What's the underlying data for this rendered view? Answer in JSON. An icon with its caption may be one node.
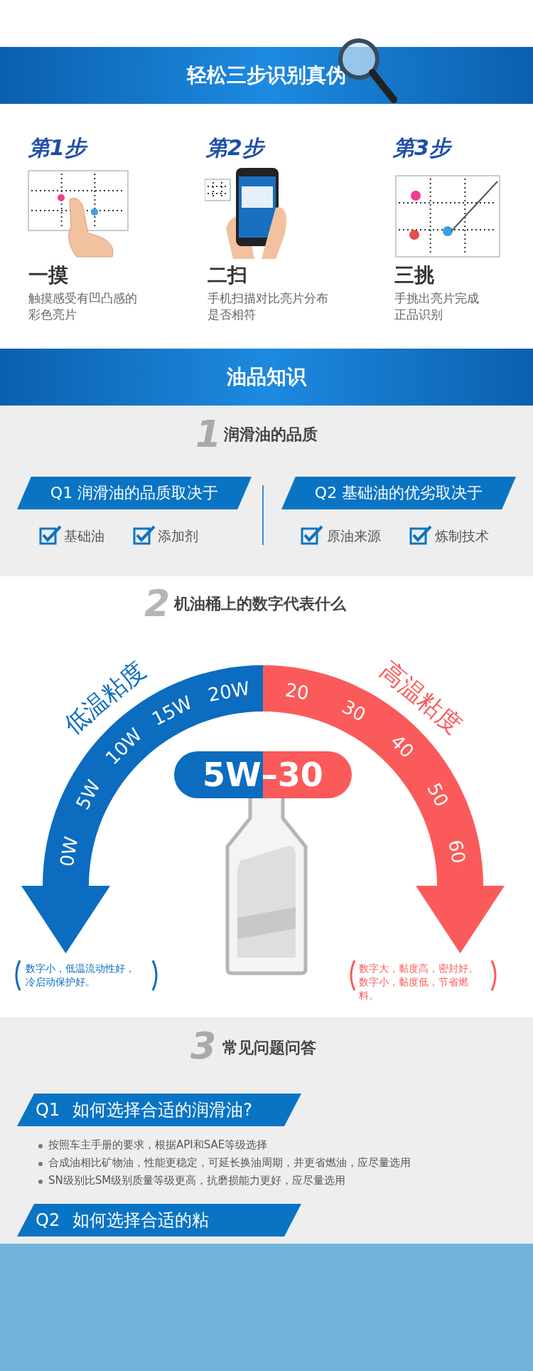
{
  "diagram": {
    "nodes": [
      {
        "text": [
          "轻松三步识别真伪"
        ]
      },
      {
        "text": [
          "油品知识"
        ]
      },
      {
        "text": [
          "Q1 润滑油的品质取决于"
        ]
      },
      {
        "text": [
          "Q2 基础油的优劣取决于"
        ]
      },
      {
        "text": [
          "0W",
          "5W",
          "10W",
          "15W",
          "20W"
        ]
      },
      {
        "text": [
          "20",
          "30",
          "40",
          "50",
          "60"
        ]
      },
      {
        "text": [
          "5W–30"
        ]
      },
      {
        "text": [
          "Q1",
          "如何选择合适的润滑油?"
        ]
      },
      {
        "text": [
          "Q2",
          "如何选择合适的粘"
        ]
      }
    ],
    "labels": [
      "第1步",
      "一摸",
      "触摸感受有凹凸感的彩色亮片",
      "第2步",
      "二扫",
      "手机扫描对比亮片分布是否相符",
      "第3步",
      "三挑",
      "手挑出亮片完成正品识别",
      "1",
      "润滑油的品质",
      "基础油",
      "添加剂",
      "原油来源",
      "炼制技术",
      "2",
      "机油桶上的数字代表什么",
      "低温粘度",
      "高温粘度",
      "数字小，低温流动性好，冷启动保护好。",
      "数字大，黏度高，密封好。数字小，黏度低，节省燃料。",
      "3",
      "常见问题问答",
      "按照车主手册的要求，根据API和SAE等级选择",
      "合成油相比矿物油，性能更稳定，可延长换油周期，并更省燃油，应尽量选用",
      "SN级别比SM级别质量等级更高，抗磨损能力更好，应尽量选用"
    ]
  }
}
